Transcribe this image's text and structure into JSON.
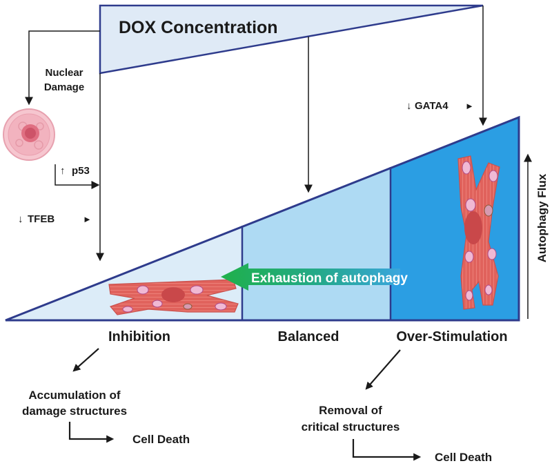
{
  "dox_title": "DOX Concentration",
  "nuclear_damage": [
    "Nuclear",
    "Damage"
  ],
  "p53": "p53",
  "tfeb": "TFEB",
  "gata4": "GATA4",
  "arrow_down_glyph": "↓",
  "arrow_up_glyph": "↑",
  "arrow_right_glyph": "►",
  "exhaustion": "Exhaustion of autophagy",
  "autophagy_flux": "Autophagy Flux",
  "zones": {
    "inhibition": "Inhibition",
    "balanced": "Balanced",
    "over": "Over-Stimulation"
  },
  "outcomes": {
    "accumulation": [
      "Accumulation of",
      "damage structures"
    ],
    "removal": [
      "Removal of",
      "critical structures"
    ],
    "cell_death": "Cell Death"
  },
  "colors": {
    "outline": "#2e3b8c",
    "inhibition_fill": "#dcecf8",
    "balanced_fill": "#aedaf3",
    "over_fill": "#2b9ee3",
    "arrow_green": "#22b14c",
    "arrow_blue": "#3aa6de",
    "cell": "#e46a63",
    "cell_nucleus": "#c9484a"
  }
}
